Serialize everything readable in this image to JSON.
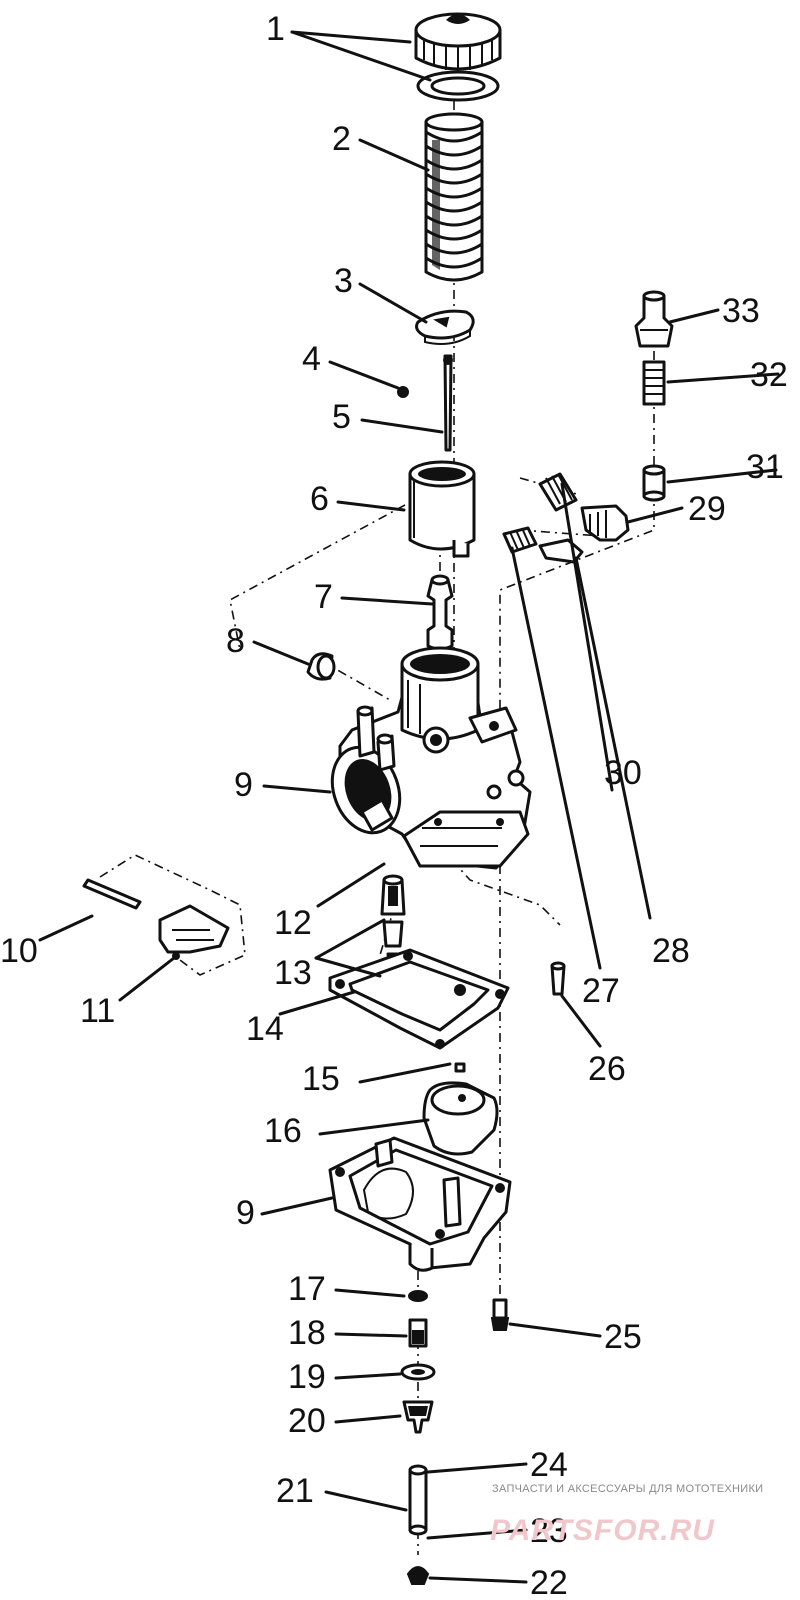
{
  "callouts": [
    "1",
    "2",
    "3",
    "4",
    "5",
    "6",
    "7",
    "8",
    "9",
    "10",
    "11",
    "12",
    "13",
    "14",
    "15",
    "16",
    "17",
    "18",
    "19",
    "20",
    "21",
    "22",
    "23",
    "24",
    "25",
    "26",
    "27",
    "28",
    "29",
    "30",
    "31",
    "32",
    "33"
  ],
  "watermark": {
    "tagline": "ЗАПЧАСТИ И АКСЕССУАРЫ ДЛЯ МОТОТЕХНИКИ",
    "site": "PARTSFOR.RU"
  }
}
